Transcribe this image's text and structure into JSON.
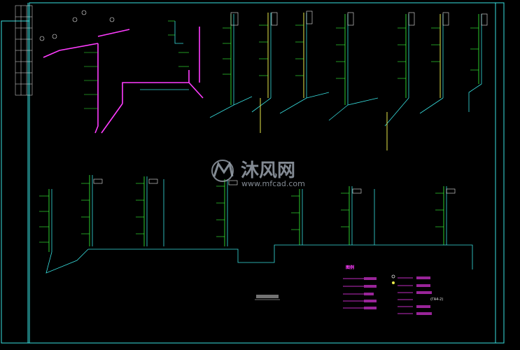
{
  "watermark": {
    "brand": "沐风网",
    "url": "www.mfcad.com"
  },
  "legend": {
    "heading": "图例",
    "code_text": "(ΓA4-2)"
  },
  "colors": {
    "background": "#000000",
    "frame": "#38e0e0",
    "pipe_supply": "#38e0e0",
    "pipe_drain": "#ff3cff",
    "pipe_vent": "#e8e84a",
    "labels": "#39ff39",
    "watermark": "#9aa3ad"
  }
}
